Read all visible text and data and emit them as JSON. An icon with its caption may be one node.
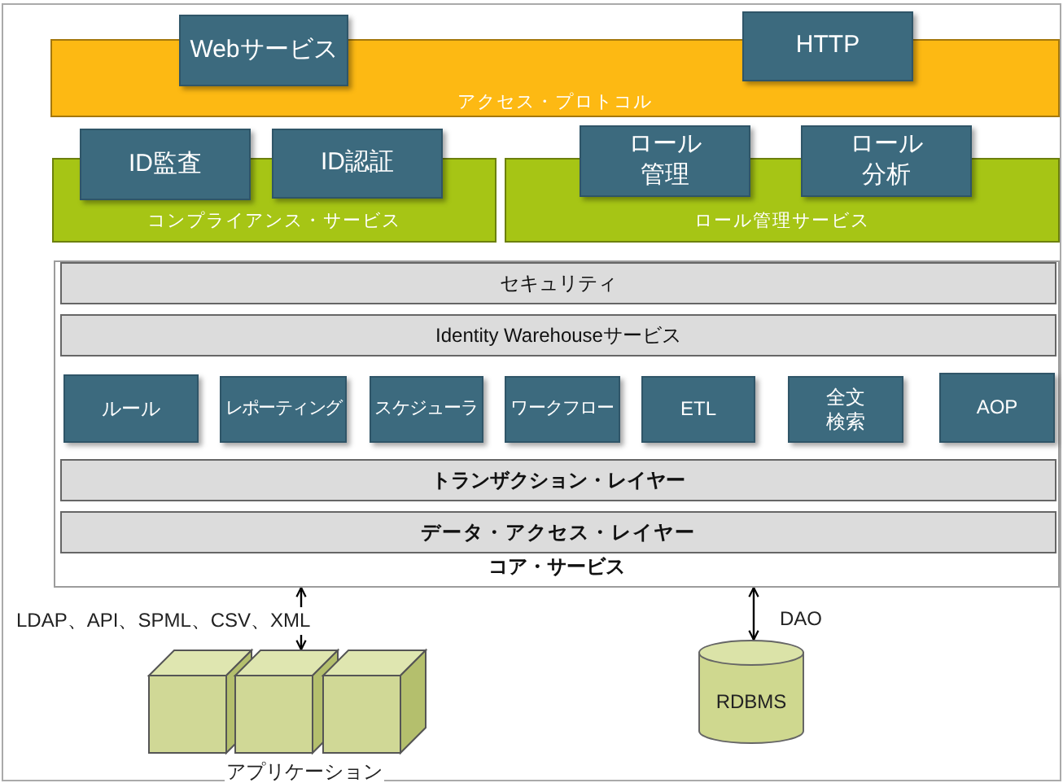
{
  "diagram": {
    "nodes": [
      {
        "text": [
          "Webサービス"
        ]
      },
      {
        "text": [
          "HTTP"
        ]
      },
      {
        "text": [
          "アクセス・プロトコル"
        ]
      },
      {
        "text": [
          "ID監査"
        ]
      },
      {
        "text": [
          "ID認証"
        ]
      },
      {
        "text": [
          "コンプライアンス・サービス"
        ]
      },
      {
        "text": [
          "ロール管理"
        ]
      },
      {
        "text": [
          "ロール分析"
        ]
      },
      {
        "text": [
          "ロール管理サービス"
        ]
      },
      {
        "text": [
          "コア・サービス"
        ]
      },
      {
        "text": [
          "セキュリティ"
        ],
        "in": 9
      },
      {
        "text": [
          "Identity Warehouseサービス"
        ],
        "in": 9
      },
      {
        "text": [
          "ルール"
        ],
        "in": 9
      },
      {
        "text": [
          "レポーティング"
        ],
        "in": 9
      },
      {
        "text": [
          "スケジューラ"
        ],
        "in": 9
      },
      {
        "text": [
          "ワークフロー"
        ],
        "in": 9
      },
      {
        "text": [
          "ETL"
        ],
        "in": 9
      },
      {
        "text": [
          "全文検索"
        ],
        "in": 9
      },
      {
        "text": [
          "AOP"
        ],
        "in": 9
      },
      {
        "text": [
          "トランザクション・レイヤー"
        ],
        "in": 9
      },
      {
        "text": [
          "データ・アクセス・レイヤー"
        ],
        "in": 9
      },
      {
        "text": [],
        "shape": "box"
      },
      {
        "text": [],
        "shape": "box"
      },
      {
        "text": [],
        "shape": "box"
      },
      {
        "text": [
          "RDBMS"
        ]
      }
    ],
    "edges": [
      {
        "from": 9,
        "to": 22,
        "arrow": "both",
        "label": "LDAP、API、SPML、CSV、XML"
      },
      {
        "from": 9,
        "to": 24,
        "arrow": "both",
        "label": "DAO"
      }
    ],
    "labels": [
      "アプリケーション"
    ]
  }
}
